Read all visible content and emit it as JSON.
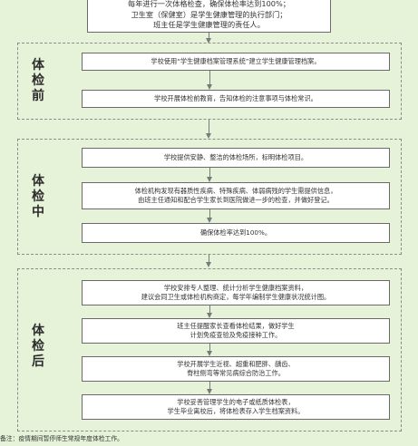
{
  "top_box": {
    "line1": "每年进行一次体格检查，确保体检率达到100%；",
    "line2": "卫生室（保健室）是学生健康管理的执行部门；",
    "line3": "班主任是学生健康管理的责任人。"
  },
  "phases": [
    {
      "label": [
        "体",
        "检",
        "前"
      ],
      "steps": [
        [
          "学校使用“学生健康档案管理系统”建立学生健康管理档案。"
        ],
        [
          "学校开展体检前教育，告知体检的注意事项与体检常识。"
        ]
      ]
    },
    {
      "label": [
        "体",
        "检",
        "中"
      ],
      "steps": [
        [
          "学校提供安静、整洁的体检场所，标明体检项目。"
        ],
        [
          "体检机构发现有器质性疾病、特殊疾病、体弱病残的学生需提供信息，",
          "由班主任通知和配合学生家长到医院做进一步的检查，并做好登记。"
        ],
        [
          "确保体检率达到100%。"
        ]
      ]
    },
    {
      "label": [
        "体",
        "检",
        "后"
      ],
      "steps": [
        [
          "学校安排专人整理、统计分析学生健康档案资料，",
          "建议会同卫生或体检机构商定，每学年编制学生健康状况统计图。"
        ],
        [
          "班主任提醒家长查看体检结果，做好学生",
          "计划免疫查验及免疫接种工作。"
        ],
        [
          "学校开展学生近视、超重和肥胖、龋齿、",
          "脊柱侧弯等常见病综合防治工作。"
        ],
        [
          "学校妥善管理学生的电子或纸质体检表，",
          "学生毕业离校后，将体检表存入学生档案资料。"
        ]
      ]
    }
  ],
  "note": "备注：疫情期间暂停师生常规年度体检工作。",
  "colors": {
    "background": "#e6f3d8",
    "box_border": "#6a6a6a",
    "dashed_border": "#8c8c8c",
    "arrow": "#7a7a7a"
  }
}
